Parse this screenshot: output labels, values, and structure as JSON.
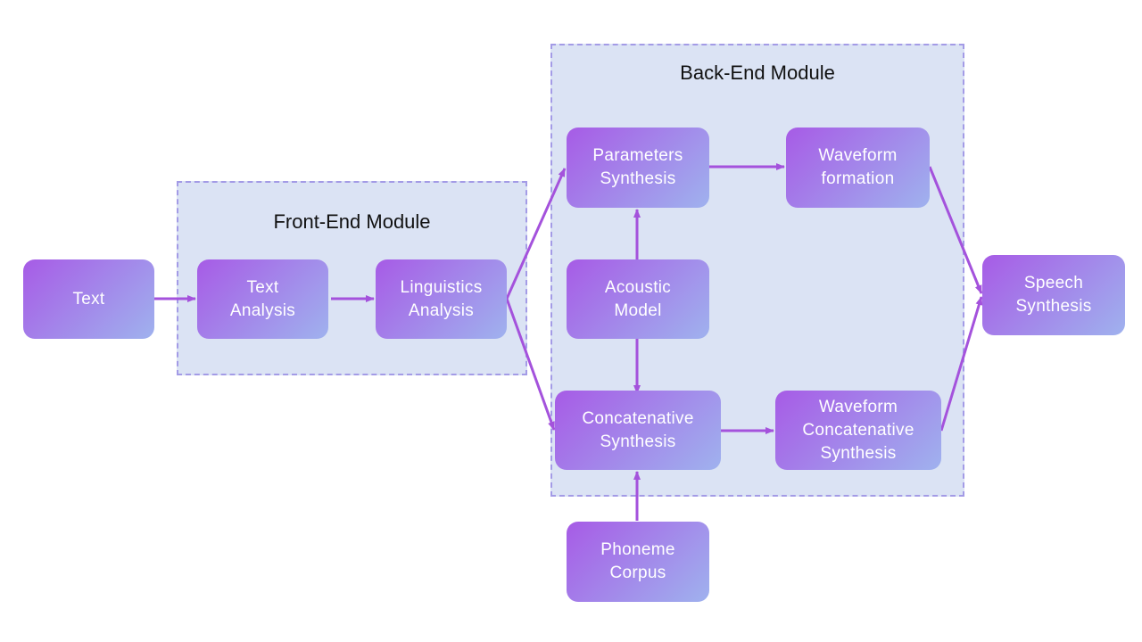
{
  "colors": {
    "node_gradient_start": "#a75be6",
    "node_gradient_end": "#9fb2ee",
    "module_fill": "#dbe3f4",
    "module_border": "#a39be6",
    "arrow": "#a452dc"
  },
  "modules": {
    "front_end": {
      "title": "Front-End Module"
    },
    "back_end": {
      "title": "Back-End Module"
    }
  },
  "nodes": {
    "text": "Text",
    "text_analysis": "Text\nAnalysis",
    "linguistics_analysis": "Linguistics\nAnalysis",
    "parameters_synthesis": "Parameters\nSynthesis",
    "waveform_formation": "Waveform\nformation",
    "acoustic_model": "Acoustic\nModel",
    "concatenative_synthesis": "Concatenative\nSynthesis",
    "waveform_concatenative_synthesis": "Waveform\nConcatenative\nSynthesis",
    "speech_synthesis": "Speech\nSynthesis",
    "phoneme_corpus": "Phoneme\nCorpus"
  },
  "edges": [
    {
      "from": "text",
      "to": "text_analysis"
    },
    {
      "from": "text_analysis",
      "to": "linguistics_analysis"
    },
    {
      "from": "linguistics_analysis",
      "to": "parameters_synthesis"
    },
    {
      "from": "linguistics_analysis",
      "to": "concatenative_synthesis"
    },
    {
      "from": "parameters_synthesis",
      "to": "waveform_formation"
    },
    {
      "from": "acoustic_model",
      "to": "parameters_synthesis"
    },
    {
      "from": "acoustic_model",
      "to": "concatenative_synthesis"
    },
    {
      "from": "concatenative_synthesis",
      "to": "waveform_concatenative_synthesis"
    },
    {
      "from": "phoneme_corpus",
      "to": "concatenative_synthesis"
    },
    {
      "from": "waveform_formation",
      "to": "speech_synthesis"
    },
    {
      "from": "waveform_concatenative_synthesis",
      "to": "speech_synthesis"
    }
  ]
}
